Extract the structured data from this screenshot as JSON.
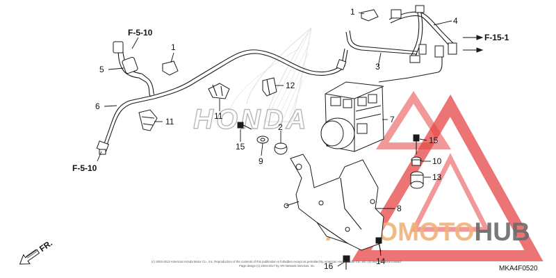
{
  "diagram": {
    "callouts": [
      "1",
      "1",
      "2",
      "3",
      "4",
      "5",
      "6",
      "7",
      "8",
      "9",
      "10",
      "11",
      "11",
      "12",
      "13",
      "14",
      "15",
      "15",
      "16"
    ],
    "references": [
      "F-5-10",
      "F-5-10",
      "F-15-1"
    ],
    "honda_logo_text": "HONDA",
    "front_arrow_label": "FR.",
    "copyright_lines": [
      "(c) 2003-2013 American Honda Motor Co., Inc. Reproduction of the contents of this publication is forbidden except as permitted by American Honda Motor Co., Inc. (1) any questions contact",
      "Page design (c) 2004-2017 by ARI Network Services, Inc."
    ],
    "diagram_code": "MKA4F0520"
  },
  "watermark": {
    "text_part1": "AUTOMOTO",
    "text_part2": "HUB",
    "color_orange": "#f0b27a",
    "color_red": "#e64545",
    "color_dark": "#6b6b6b"
  }
}
